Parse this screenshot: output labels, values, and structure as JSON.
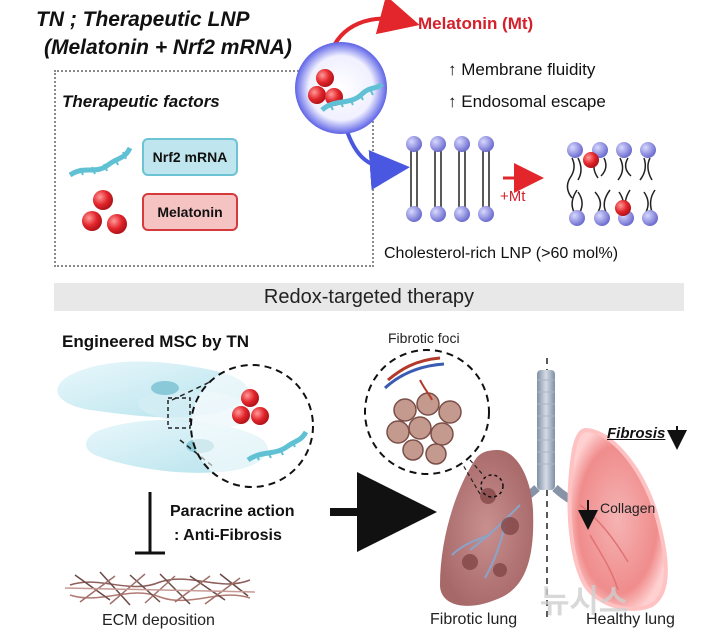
{
  "title_line1": "TN ; Therapeutic LNP",
  "title_line2": "(Melatonin + Nrf2 mRNA)",
  "therapeutic_factors": {
    "heading": "Therapeutic factors",
    "items": [
      {
        "label": "Nrf2 mRNA",
        "color": "#bfe6ee",
        "border": "#6cc3d4"
      },
      {
        "label": "Melatonin",
        "color": "#f6c3c3",
        "border": "#d63a3a"
      }
    ]
  },
  "melatonin_effects": {
    "title": "Melatonin (Mt)",
    "effects": [
      "Membrane fluidity",
      "Endosomal escape"
    ],
    "arrow_symbol": "🡑"
  },
  "membrane_arrow_label": "+Mt",
  "lnp_label": "Cholesterol-rich LNP (>60 mol%)",
  "banner": "Redox-targeted therapy",
  "msc_heading": "Engineered MSC by TN",
  "paracrine_line1": "Paracrine action",
  "paracrine_line2": ": Anti-Fibrosis",
  "ecm_label": "ECM deposition",
  "fibrotic_foci_label": "Fibrotic foci",
  "fibrosis_label": "Fibrosis",
  "collagen_label": "Collagen",
  "fibrotic_lung_label": "Fibrotic lung",
  "healthy_lung_label": "Healthy lung",
  "watermark": "뉴시스",
  "colors": {
    "melatonin_red": "#e3262b",
    "mrna_teal": "#5fc1d3",
    "lipid_head": "#8f8fe0",
    "banner_gray": "#e8e8e8"
  }
}
